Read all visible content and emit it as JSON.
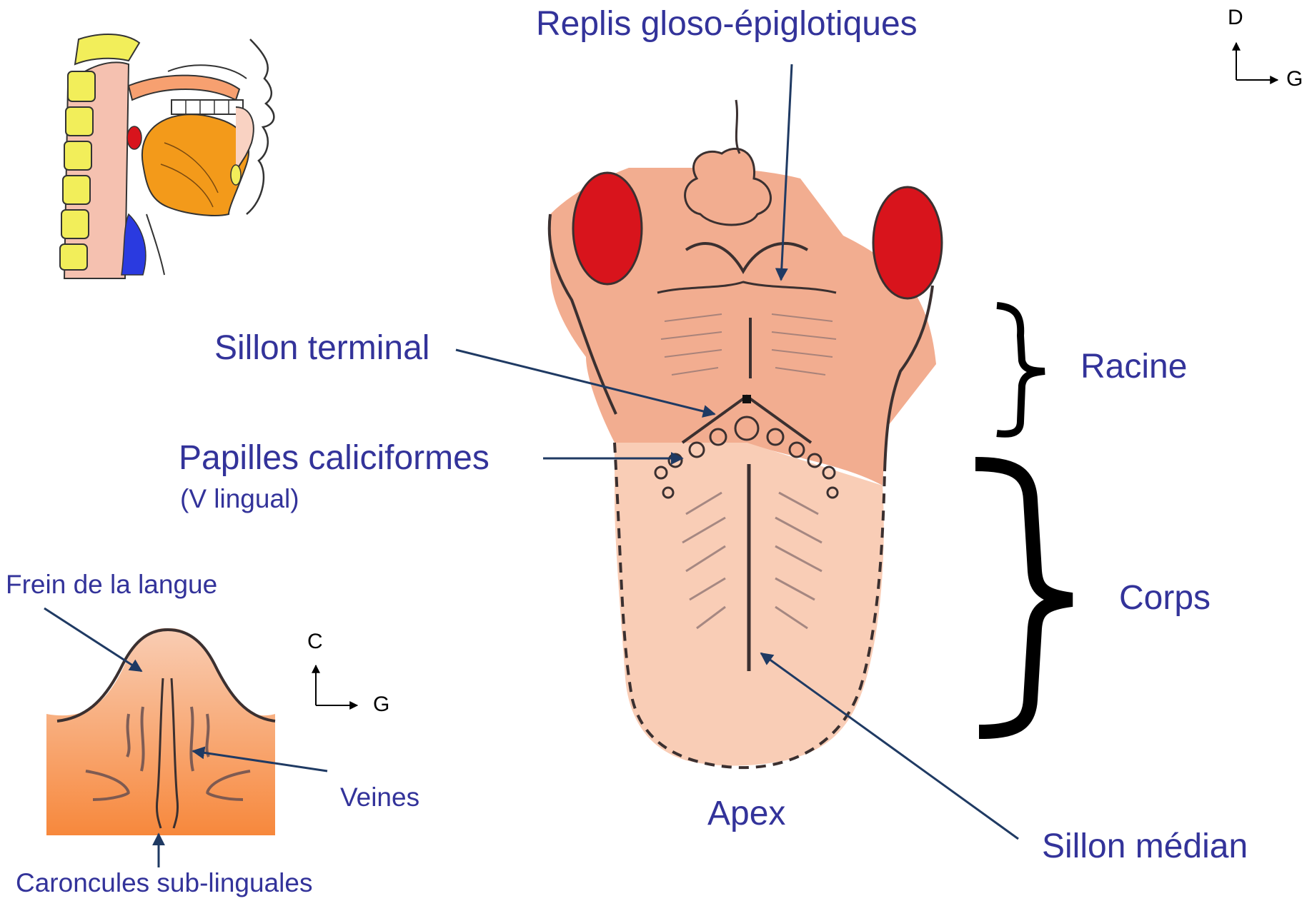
{
  "labels": {
    "replis": "Replis gloso-épiglotiques",
    "sillon_terminal": "Sillon terminal",
    "papilles": "Papilles caliciformes",
    "v_lingual": "(V lingual)",
    "racine": "Racine",
    "corps": "Corps",
    "apex": "Apex",
    "sillon_median": "Sillon médian",
    "frein": "Frein de la langue",
    "veines": "Veines",
    "caroncules": "Caroncules sub-linguales"
  },
  "orientation_main": {
    "vertical": "D",
    "horizontal": "G"
  },
  "orientation_inset": {
    "vertical": "C",
    "horizontal": "G"
  },
  "colors": {
    "label": "#33339a",
    "leader": "#1f3a63",
    "tongue_root": "#f2ad90",
    "tongue_body": "#f9cdb6",
    "tonsil": "#d8141c",
    "underside_top": "#f9c8ae",
    "underside_bottom": "#f7883c",
    "brace": "#000000"
  }
}
